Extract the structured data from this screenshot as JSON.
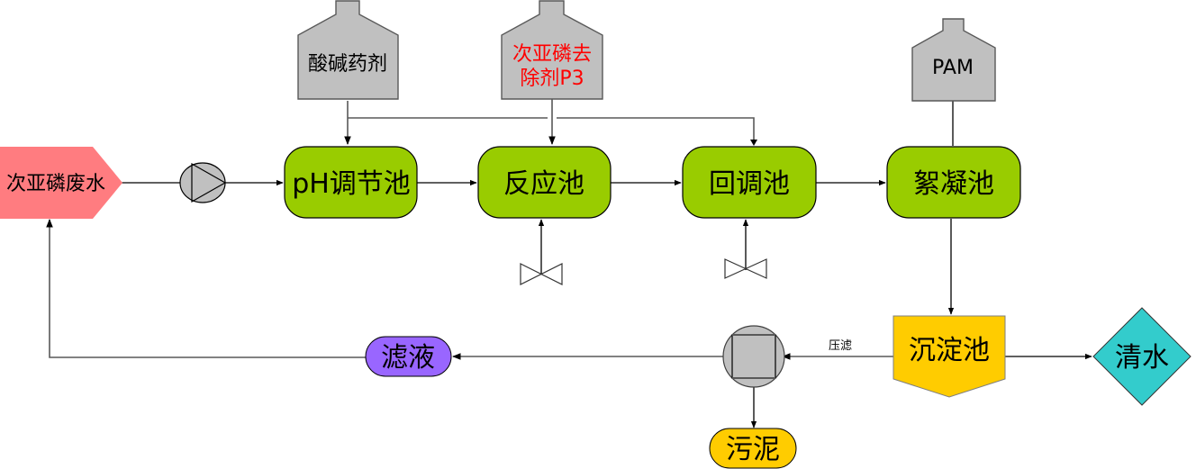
{
  "title": "次亚磷废水处理工艺流程",
  "colors": {
    "wastewater": "#ff7c80",
    "pool": "#99cc00",
    "tank": "#c0c0c0",
    "sedimentation": "#ffcc00",
    "clean_water": "#33cccc",
    "filtrate": "#9966ff",
    "sludge": "#ffcc00",
    "highlight_text": "#ff0000"
  },
  "nodes": {
    "wastewater": "次亚磷废水",
    "ph_pool": "pH调节池",
    "reaction_pool": "反应池",
    "readjust_pool": "回调池",
    "flocculation_pool": "絮凝池",
    "sedimentation_pool": "沉淀池",
    "clean_water": "清水",
    "filtrate": "滤液",
    "sludge": "污泥"
  },
  "tanks": {
    "acid_base": "酸碱药剂",
    "remover_line1": "次亚磷去",
    "remover_line2": "除剂P3",
    "pam": "PAM"
  },
  "edge_labels": {
    "press_filter": "压滤"
  },
  "equipment": {
    "pump": "pump-icon",
    "filter_press": "filter-press-icon",
    "valve": "valve-icon"
  }
}
